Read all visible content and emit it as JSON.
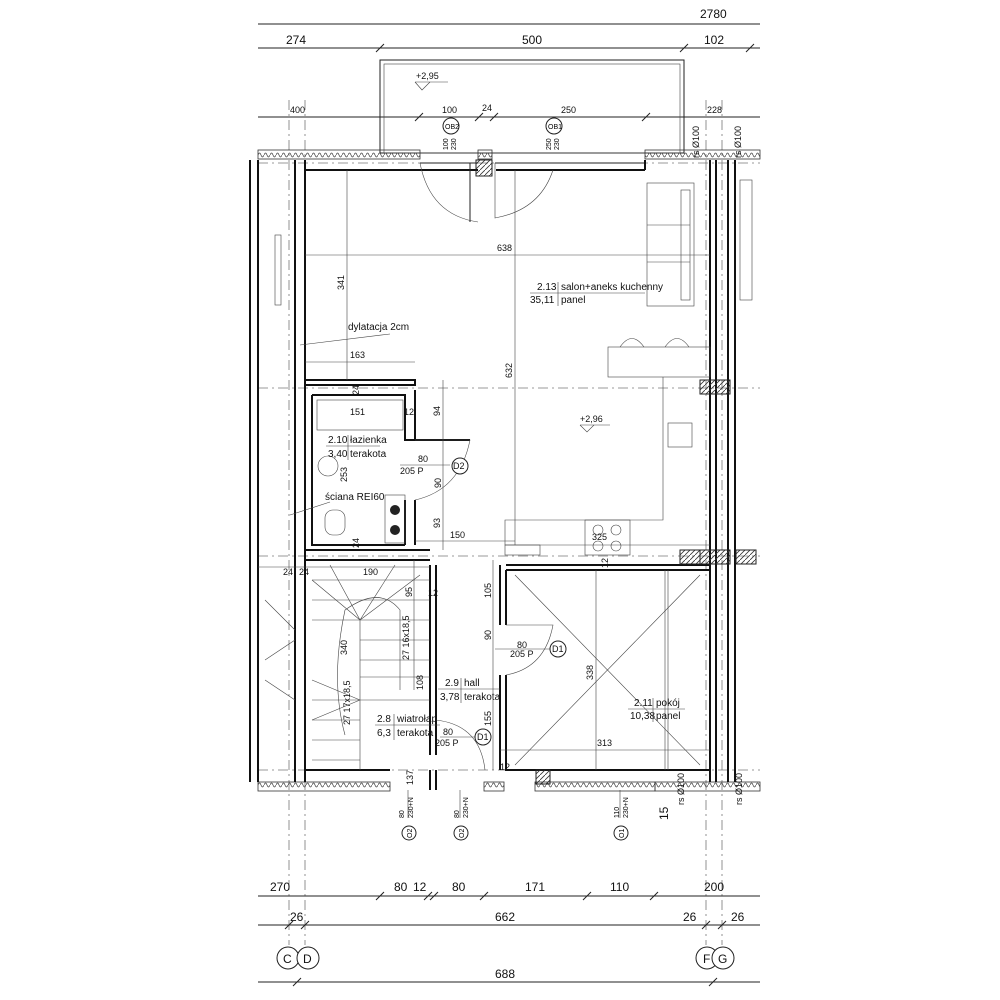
{
  "dimensions": {
    "top_total": "2780",
    "top_row1": [
      "274",
      "500",
      "102"
    ],
    "top_row2": [
      "400",
      "100",
      "24",
      "250",
      "228"
    ],
    "bottom_row1": [
      "270",
      "80",
      "12",
      "80",
      "171",
      "110",
      "200"
    ],
    "bottom_row2": [
      "26",
      "662",
      "26",
      "26"
    ],
    "bottom_total": "688",
    "interior": [
      "638",
      "341",
      "632",
      "163",
      "24",
      "151",
      "12",
      "94",
      "90",
      "93",
      "150",
      "253",
      "24",
      "24",
      "24",
      "190",
      "95",
      "12",
      "105",
      "90",
      "338",
      "313",
      "155",
      "137",
      "12",
      "325",
      "12",
      "15",
      "340",
      "108"
    ]
  },
  "levels": {
    "balcony": "+2,95",
    "salon": "+2,96"
  },
  "windows": [
    {
      "tag": "OB2",
      "w": "100",
      "h": "230"
    },
    {
      "tag": "OB1",
      "w": "250",
      "h": "230"
    },
    {
      "tag": "O2",
      "w": "80",
      "h": "230+N"
    },
    {
      "tag": "O2",
      "w": "80",
      "h": "230+N"
    },
    {
      "tag": "O1",
      "w": "110",
      "h": "230+N"
    }
  ],
  "doors": [
    {
      "tag": "D2",
      "w": "80",
      "h": "205 P"
    },
    {
      "tag": "D1",
      "w": "80",
      "h": "205 P"
    },
    {
      "tag": "D1",
      "w": "80",
      "h": "205 P"
    }
  ],
  "rooms": [
    {
      "num": "2.13",
      "name": "salon+aneks kuchenny",
      "area": "35,11",
      "floor": "panel"
    },
    {
      "num": "2.10",
      "name": "łazienka",
      "area": "3,40",
      "floor": "terakota"
    },
    {
      "num": "2.9",
      "name": "hall",
      "area": "3,78",
      "floor": "terakota"
    },
    {
      "num": "2.8",
      "name": "wiatrołap",
      "area": "6,3",
      "floor": "terakota"
    },
    {
      "num": "2.11",
      "name": "pokój",
      "area": "10,38",
      "floor": "panel"
    }
  ],
  "notes": {
    "dilatation": "dylatacja 2cm",
    "wall": "ściana REI60",
    "riser": "rs Ø100"
  },
  "stairs": {
    "upper": "27 16x18,5",
    "lower": "27 17x18,5"
  },
  "axes": [
    "C",
    "D",
    "F",
    "G"
  ]
}
